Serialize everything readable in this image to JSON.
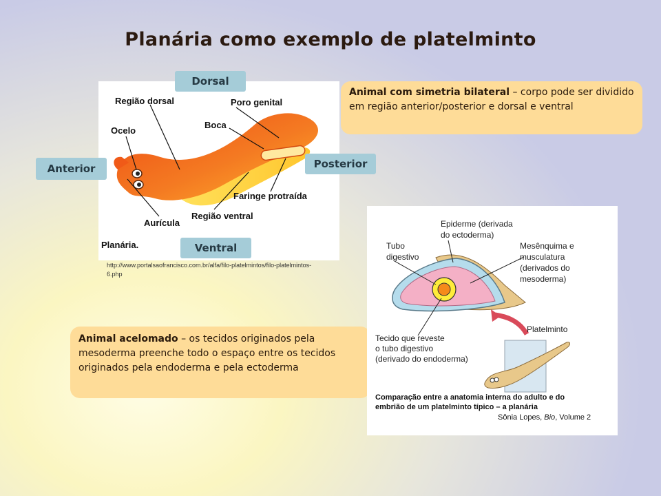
{
  "title": "Planária como exemplo de platelminto",
  "orientation": {
    "dorsal": "Dorsal",
    "ventral": "Ventral",
    "anterior": "Anterior",
    "posterior": "Posterior"
  },
  "planaria_figure": {
    "labels": {
      "regiao_dorsal": "Região dorsal",
      "poro_genital": "Poro genital",
      "ocelo": "Ocelo",
      "boca": "Boca",
      "faringe": "Faringe protraída",
      "regiao_ventral": "Região ventral",
      "auricula": "Aurícula"
    },
    "caption": "Planária.",
    "source_url": "http://www.portalsaofrancisco.com.br/alfa/filo-platelmintos/filo-platelmintos-6.php"
  },
  "info_bilateral": {
    "bold": "Animal com simetria bilateral",
    "text": " – corpo pode ser dividido em região anterior/posterior e dorsal e ventral"
  },
  "info_acelomado": {
    "bold": "Animal acelomado",
    "text": " – os tecidos originados pela mesoderma preenche todo o espaço entre os tecidos originados pela endoderma e pela ectoderma"
  },
  "section_figure": {
    "epiderme_1": "Epiderme (derivada",
    "epiderme_2": "do ectoderma)",
    "tubo_1": "Tubo",
    "tubo_2": "digestivo",
    "mes_1": "Mesênquima e",
    "mes_2": "musculatura",
    "mes_3": "(derivados do",
    "mes_4": "mesoderma)",
    "platelminto": "Platelminto",
    "tecido_1": "Tecido que reveste",
    "tecido_2": "o tubo digestivo",
    "tecido_3": "(derivado do endoderma)",
    "caption_1": "Comparação entre a anatomia interna do adulto e do",
    "caption_2": "embrião de um platelminto típico – a planária",
    "credit_author": "Sônia Lopes, ",
    "credit_book": "Bio",
    "credit_vol": ", Volume 2"
  },
  "colors": {
    "label_box": "#a5ccd8",
    "info_box": "#fedc98",
    "planaria_body": "#f26a1c",
    "planaria_light": "#ffd43a",
    "section_pink": "#f4b0c6",
    "section_blue": "#b5dcec"
  }
}
